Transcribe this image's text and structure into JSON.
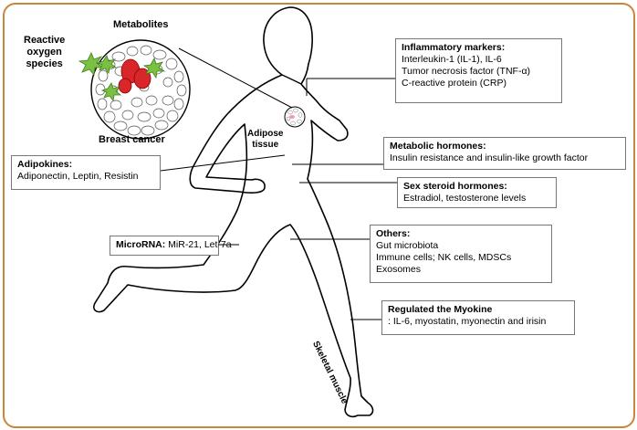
{
  "labels": {
    "metabolites": "Metabolites",
    "ros": "Reactive oxygen species",
    "ros_line1": "Reactive",
    "ros_line2": "oxygen",
    "ros_line3": "species",
    "breast_cancer": "Breast cancer",
    "adipose_line1": "Adipose",
    "adipose_line2": "tissue",
    "skeletal_muscle": "Skeletal muscle"
  },
  "boxes": {
    "inflammatory": {
      "title": "Inflammatory markers:",
      "lines": [
        "Interleukin-1 (IL-1), IL-6",
        "Tumor necrosis factor (TNF-α)",
        "C-reactive protein (CRP)"
      ]
    },
    "metabolic": {
      "title": "Metabolic hormones:",
      "lines": [
        "Insulin resistance and insulin-like growth factor"
      ]
    },
    "sex": {
      "title": "Sex steroid hormones:",
      "lines": [
        "Estradiol, testosterone levels"
      ]
    },
    "others": {
      "title": "Others:",
      "lines": [
        "Gut microbiota",
        "Immune cells; NK cells, MDSCs",
        "Exosomes"
      ]
    },
    "myokine": {
      "title": "Regulated the Myokine",
      "lines": [
        ": IL-6, myostatin, myonectin and irisin"
      ]
    },
    "adipokines": {
      "title": "Adipokines:",
      "lines": [
        "Adiponectin, Leptin, Resistin"
      ]
    },
    "microrna": {
      "title": "MicroRNA:",
      "value": " MiR-21, Let-7a"
    }
  },
  "colors": {
    "frame": "#c8863a",
    "tumor": "#d9262b",
    "ros": "#7ac143"
  }
}
